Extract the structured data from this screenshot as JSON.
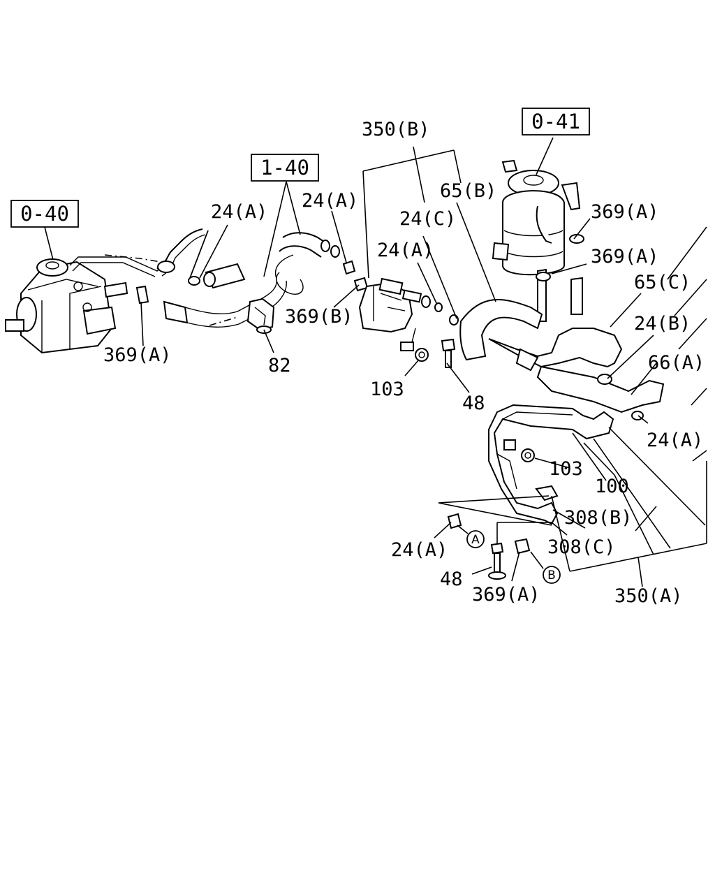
{
  "references": {
    "r040": "0-40",
    "r140": "1-40",
    "r041": "0-41"
  },
  "labels": {
    "l350b": "350(B)",
    "l24a_1": "24(A)",
    "l24a_2": "24(A)",
    "l24c": "24(C)",
    "l65b": "65(B)",
    "l24a_3": "24(A)",
    "l369a_1": "369(A)",
    "l369a_2": "369(A)",
    "l65c": "65(C)",
    "l369b": "369(B)",
    "l24b": "24(B)",
    "l369a_3": "369(A)",
    "l66a": "66(A)",
    "l82": "82",
    "l103_1": "103",
    "l48_1": "48",
    "l24a_4": "24(A)",
    "l103_2": "103",
    "l100": "100",
    "l308b": "308(B)",
    "l308c": "308(C)",
    "l24a_5": "24(A)",
    "l48_2": "48",
    "l369a_4": "369(A)",
    "l350a": "350(A)"
  },
  "markers": {
    "a": "A",
    "b": "B"
  }
}
